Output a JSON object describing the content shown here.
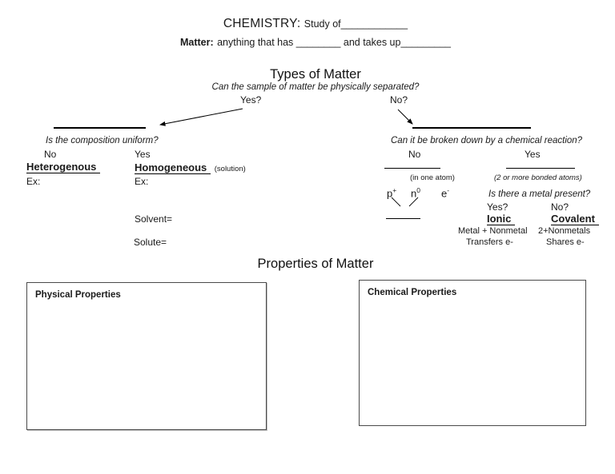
{
  "header": {
    "title": "CHEMISTRY:",
    "title_suffix": "Study of____________",
    "matter_label": "Matter:",
    "matter_text": "anything that has ________ and takes up_________"
  },
  "types_section": {
    "heading": "Types of Matter",
    "question": "Can the sample of matter be physically separated?",
    "yes_label": "Yes?",
    "no_label": "No?"
  },
  "left_branch": {
    "question": "Is the composition uniform?",
    "no_label": "No",
    "yes_label": "Yes",
    "no_term": "Heterogenous",
    "yes_term": "Homogeneous",
    "yes_term_note": "(solution)",
    "ex_label_no": "Ex:",
    "ex_label_yes": "Ex:",
    "solvent_label": "Solvent=",
    "solute_label": "Solute="
  },
  "right_branch": {
    "question": "Can it be broken down by a chemical reaction?",
    "no_label": "No",
    "yes_label": "Yes",
    "no_note": "(in one atom)",
    "yes_note": "(2 or more bonded atoms)",
    "particles": [
      {
        "symbol": "p",
        "sup": "+"
      },
      {
        "symbol": "n",
        "sup": "0"
      },
      {
        "symbol": "e",
        "sup": "-"
      }
    ],
    "metal_question": "Is there a metal present?",
    "metal_yes": "Yes?",
    "metal_no": "No?",
    "ionic_term": "Ionic",
    "covalent_term": "Covalent",
    "ionic_desc1": "Metal + Nonmetal",
    "ionic_desc2": "Transfers e-",
    "covalent_desc1": "2+Nonmetals",
    "covalent_desc2": "Shares e-"
  },
  "properties_section": {
    "heading": "Properties of Matter",
    "physical_box_label": "Physical Properties",
    "chemical_box_label": "Chemical Properties"
  }
}
